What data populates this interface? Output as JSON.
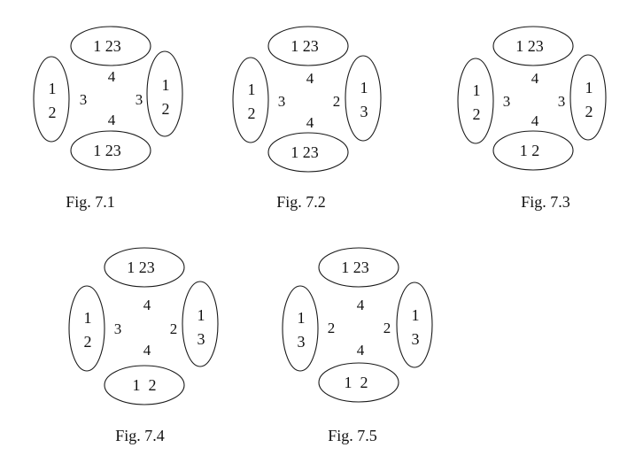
{
  "figures": [
    {
      "caption": "Fig. 7.1",
      "top": "1 23",
      "bottom": "1 23",
      "left": [
        "1",
        "2"
      ],
      "right": [
        "1",
        "2"
      ],
      "num_top": "4",
      "num_bottom": "4",
      "num_left": "3",
      "num_right": "3"
    },
    {
      "caption": "Fig. 7.2",
      "top": "1 23",
      "bottom": "1 23",
      "left": [
        "1",
        "2"
      ],
      "right": [
        "1",
        "3"
      ],
      "num_top": "4",
      "num_bottom": "4",
      "num_left": "3",
      "num_right": "2"
    },
    {
      "caption": "Fig. 7.3",
      "top": "1 23",
      "bottom": "1 2",
      "left": [
        "1",
        "2"
      ],
      "right": [
        "1",
        "2"
      ],
      "num_top": "4",
      "num_bottom": "4",
      "num_left": "3",
      "num_right": "3"
    },
    {
      "caption": "Fig. 7.4",
      "top": "1 23",
      "bottom": "1  2",
      "left": [
        "1",
        "2"
      ],
      "right": [
        "1",
        "3"
      ],
      "num_top": "4",
      "num_bottom": "4",
      "num_left": "3",
      "num_right": "2"
    },
    {
      "caption": "Fig. 7.5",
      "top": "1 23",
      "bottom": "1  2",
      "left": [
        "1",
        "3"
      ],
      "right": [
        "1",
        "3"
      ],
      "num_top": "4",
      "num_bottom": "4",
      "num_left": "2",
      "num_right": "2"
    }
  ]
}
